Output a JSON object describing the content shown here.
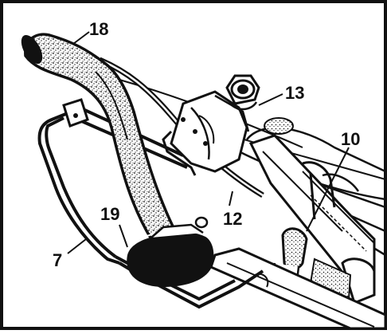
{
  "figure": {
    "kind": "exploded parts illustration",
    "ink_color": "#111111",
    "paper_color": "#ffffff",
    "callouts": [
      {
        "id": "c18",
        "label": "18"
      },
      {
        "id": "c13",
        "label": "13"
      },
      {
        "id": "c10",
        "label": "10"
      },
      {
        "id": "c19",
        "label": "19"
      },
      {
        "id": "c12",
        "label": "12"
      },
      {
        "id": "c7",
        "label": "7"
      }
    ]
  }
}
